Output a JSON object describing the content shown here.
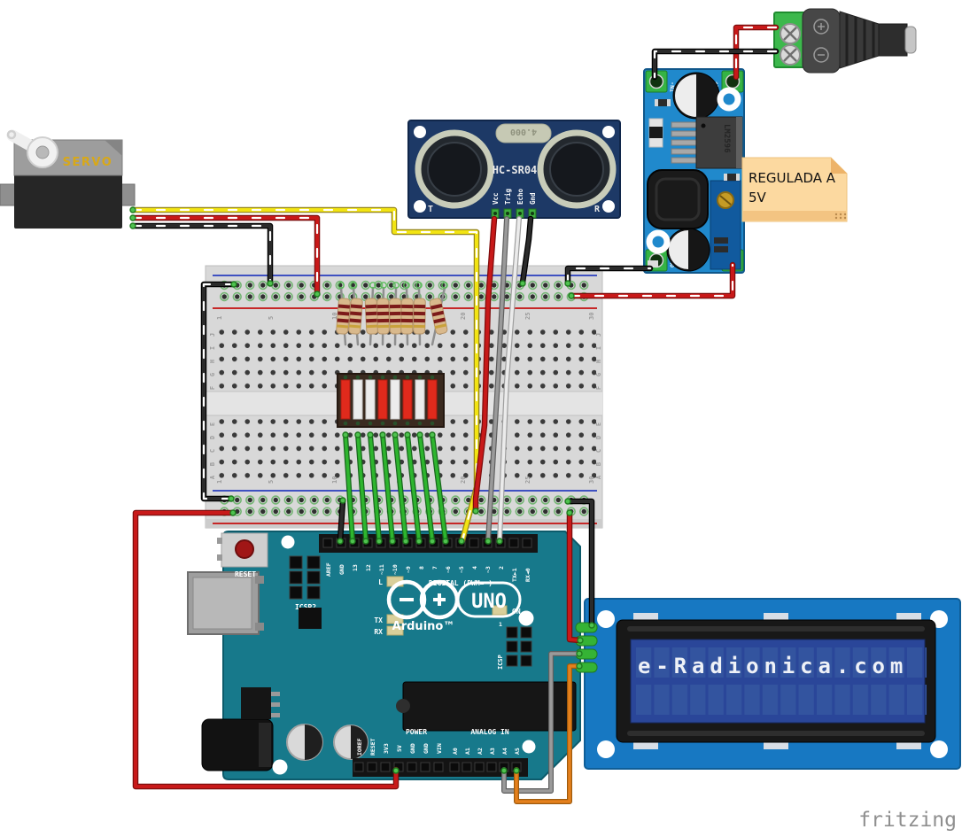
{
  "watermark": "fritzing",
  "note": {
    "line1": "REGULADA A",
    "line2": "5V",
    "bg": "#fcd9a0"
  },
  "servo": {
    "label": "SERVO"
  },
  "sensor": {
    "title": "HC-SR04",
    "crystal": "4.000",
    "pin_labels": [
      "Vcc",
      "Trig",
      "Echo",
      "Gnd"
    ],
    "transducer_left": "T",
    "transducer_right": "R"
  },
  "regulator": {
    "chip": "LM2596",
    "terminal_labels": [
      "IN-",
      "IN+",
      "OUT-",
      "OUT+"
    ]
  },
  "breadboard": {
    "column_numbers": [
      "1",
      "5",
      "10",
      "15",
      "20",
      "25",
      "30"
    ],
    "row_letters_upper": [
      "J",
      "I",
      "H",
      "G",
      "F"
    ],
    "row_letters_lower": [
      "E",
      "D",
      "C",
      "B",
      "A"
    ]
  },
  "bargraph": {
    "segments": 8,
    "pattern": [
      "red",
      "white",
      "white",
      "red",
      "white",
      "red",
      "white",
      "red"
    ]
  },
  "resistors": {
    "count": 8
  },
  "arduino": {
    "reset_label": "RESET",
    "icsp2_label": "ICSP2",
    "icsp_label": "ICSP",
    "icsp_pin1": "1",
    "digital_label": "DIGITAL (PWM=~)",
    "top_pins": [
      "AREF",
      "GND",
      "13",
      "12",
      "~11",
      "~10",
      "~9",
      "8",
      "7",
      "~6",
      "~5",
      "4",
      "~3",
      "2",
      "TX►1",
      "RX◄0"
    ],
    "led_l": "L",
    "led_tx": "TX",
    "led_rx": "RX",
    "led_on": "ON",
    "logo_text": "UNO",
    "brand": "Arduino™",
    "power_label": "POWER",
    "analog_label": "ANALOG IN",
    "power_pins": [
      "IOREF",
      "RESET",
      "3V3",
      "5V",
      "GND",
      "GND",
      "VIN"
    ],
    "analog_pins": [
      "A0",
      "A1",
      "A2",
      "A3",
      "A4",
      "A5"
    ]
  },
  "lcd": {
    "display_text": "e-Radionica.com"
  },
  "wires": [
    {
      "name": "servo-signal",
      "color": "yellow",
      "from": "Servo signal",
      "to": "Arduino D5"
    },
    {
      "name": "servo-power",
      "color": "red",
      "from": "Servo V+",
      "to": "Breadboard top + rail"
    },
    {
      "name": "servo-ground",
      "color": "black",
      "from": "Servo GND",
      "to": "Breadboard top - rail"
    },
    {
      "name": "rail-link-ground",
      "color": "black",
      "from": "Breadboard top - rail",
      "to": "Breadboard bottom - rail"
    },
    {
      "name": "hcsr04-vcc",
      "color": "red",
      "from": "HC-SR04 Vcc",
      "to": "Breadboard bottom + rail"
    },
    {
      "name": "hcsr04-trig",
      "color": "gray",
      "from": "HC-SR04 Trig",
      "to": "Arduino D3"
    },
    {
      "name": "hcsr04-echo",
      "color": "white",
      "from": "HC-SR04 Echo",
      "to": "Arduino D2"
    },
    {
      "name": "hcsr04-gnd",
      "color": "black",
      "from": "HC-SR04 Gnd",
      "to": "Breadboard top - rail"
    },
    {
      "name": "regulator-out-minus",
      "color": "black",
      "from": "Regulator OUT-",
      "to": "Breadboard top - rail"
    },
    {
      "name": "regulator-out-plus",
      "color": "red",
      "from": "Regulator OUT+",
      "to": "Breadboard top + rail"
    },
    {
      "name": "jack-positive",
      "color": "red",
      "from": "DC jack +",
      "to": "Regulator IN+"
    },
    {
      "name": "jack-negative",
      "color": "black",
      "from": "DC jack -",
      "to": "Regulator IN-"
    },
    {
      "name": "arduino-5v",
      "color": "red",
      "from": "Arduino 5V",
      "to": "Breadboard bottom + rail"
    },
    {
      "name": "arduino-gnd",
      "color": "black",
      "from": "Arduino GND",
      "to": "Breadboard bottom - rail"
    },
    {
      "name": "lcd-gnd",
      "color": "black",
      "from": "Breadboard bottom - rail",
      "to": "LCD GND"
    },
    {
      "name": "lcd-vcc",
      "color": "red",
      "from": "Breadboard bottom + rail",
      "to": "LCD VCC"
    },
    {
      "name": "lcd-sda",
      "color": "gray",
      "from": "Arduino A4",
      "to": "LCD SDA"
    },
    {
      "name": "lcd-scl",
      "color": "orange",
      "from": "Arduino A5",
      "to": "LCD SCL"
    },
    {
      "name": "bargraph-1",
      "color": "green",
      "from": "Bargraph col 1",
      "to": "Arduino D13"
    },
    {
      "name": "bargraph-2",
      "color": "green",
      "from": "Bargraph col 2",
      "to": "Arduino D12"
    },
    {
      "name": "bargraph-3",
      "color": "green",
      "from": "Bargraph col 3",
      "to": "Arduino D11"
    },
    {
      "name": "bargraph-4",
      "color": "green",
      "from": "Bargraph col 4",
      "to": "Arduino D10"
    },
    {
      "name": "bargraph-5",
      "color": "green",
      "from": "Bargraph col 5",
      "to": "Arduino D9"
    },
    {
      "name": "bargraph-6",
      "color": "green",
      "from": "Bargraph col 6",
      "to": "Arduino D8"
    },
    {
      "name": "bargraph-7",
      "color": "green",
      "from": "Bargraph col 7",
      "to": "Arduino D7"
    },
    {
      "name": "bargraph-8",
      "color": "green",
      "from": "Bargraph col 8",
      "to": "Arduino D6"
    }
  ],
  "colors": {
    "arduino_board": "#17798b",
    "breadboard": "#d8d8d8",
    "sensor_board": "#1d3966",
    "regulator_board": "#2089cc",
    "lcd_board": "#1778c2",
    "lcd_screen": "#2a4699",
    "wire_red": "#c81919",
    "wire_black": "#2b2b2b",
    "wire_yellow": "#f2e413",
    "wire_green": "#2eb52e",
    "wire_gray": "#9a9a9a",
    "wire_white": "#ebebeb",
    "wire_orange": "#e5801c",
    "note_bg": "#fcd9a0"
  }
}
